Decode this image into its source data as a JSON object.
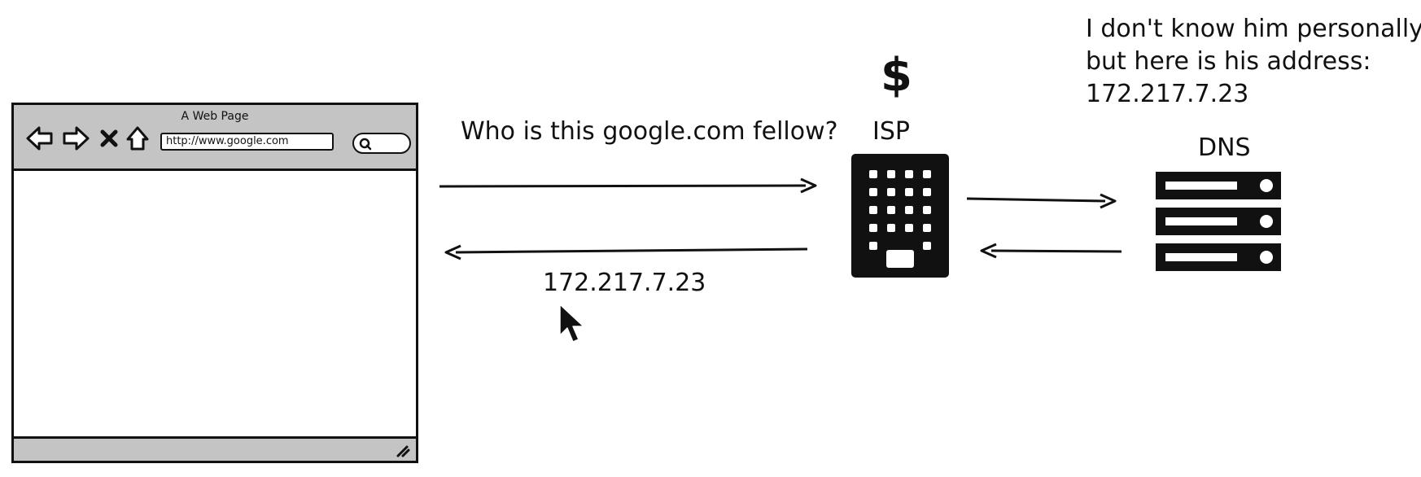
{
  "browser": {
    "page_title": "A Web Page",
    "url": "http://www.google.com",
    "icons": [
      "back-arrow-icon",
      "forward-arrow-icon",
      "stop-icon",
      "home-icon",
      "search-icon",
      "resize-grip-icon"
    ]
  },
  "diagram": {
    "question": "Who is this google.com fellow?",
    "answer_ip": "172.217.7.23",
    "isp": {
      "label": "ISP",
      "symbol": "$",
      "icon": "office-building-icon"
    },
    "dns": {
      "label": "DNS",
      "icon": "server-rack-icon"
    },
    "dns_reply": [
      "I don't know him personally,",
      "but here is his address:",
      "172.217.7.23"
    ],
    "cursor_icon": "mouse-pointer-icon"
  }
}
